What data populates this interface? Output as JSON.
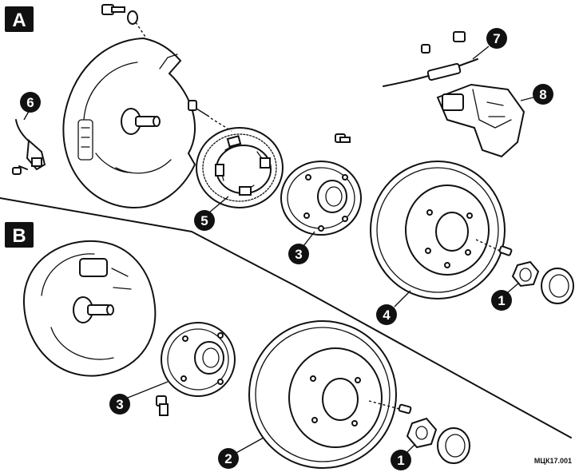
{
  "sections": {
    "a": "A",
    "b": "B"
  },
  "callouts": {
    "c1_upper": "1",
    "c1_lower": "1",
    "c2": "2",
    "c3_upper": "3",
    "c3_lower": "3",
    "c4": "4",
    "c5": "5",
    "c6": "6",
    "c7": "7",
    "c8": "8"
  },
  "figure_code": "МЦК17.001"
}
